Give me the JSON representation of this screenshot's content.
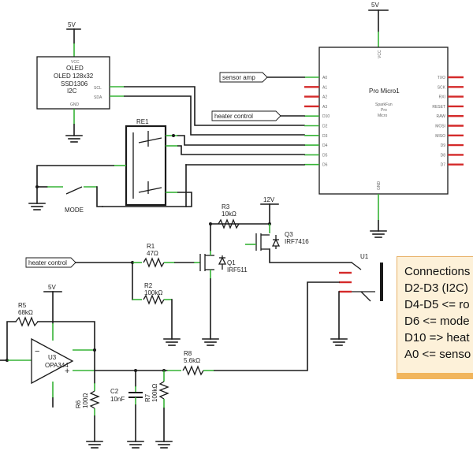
{
  "rails": {
    "vcc_oled": "5V",
    "vcc_promicro": "5V",
    "vcc_mosfet": "12V",
    "vcc_opamp": "5V"
  },
  "oled": {
    "pins": {
      "vcc": "VCC",
      "scl": "SCL",
      "sda": "SDA",
      "gnd": "GND"
    },
    "lines": [
      "OLED",
      "OLED 128x32",
      "SSD1306",
      "I2C"
    ]
  },
  "promicro": {
    "title": "Pro Micro1",
    "sub": [
      "SparkFun",
      "Pro",
      "Micro"
    ],
    "vcc_pin": "VCC",
    "gnd_pin": "GND",
    "left_pins": [
      "A0",
      "A1",
      "A2",
      "A3",
      "D10",
      "D2",
      "D3",
      "D4",
      "D5",
      "D6"
    ],
    "right_pins": [
      "TXO",
      "SCK",
      "RXI",
      "RESET",
      "RAW",
      "MOSI",
      "MISO",
      "D9",
      "D8",
      "D7"
    ]
  },
  "net_labels": {
    "sensor_amp": "sensor amp",
    "heater_control_top": "heater control",
    "heater_control_bottom": "heater control"
  },
  "relay": {
    "ref": "RE1"
  },
  "switch": {
    "name": "MODE"
  },
  "components": {
    "r3": {
      "ref": "R3",
      "value": "10kΩ"
    },
    "r1": {
      "ref": "R1",
      "value": "47Ω"
    },
    "r2": {
      "ref": "R2",
      "value": "100kΩ"
    },
    "r5": {
      "ref": "R5",
      "value": "68kΩ"
    },
    "r8": {
      "ref": "R8",
      "value": "5.6kΩ"
    },
    "r6": {
      "ref": "R6",
      "value": "100Ω"
    },
    "r7": {
      "ref": "R7",
      "value": "100kΩ"
    },
    "c2": {
      "ref": "C2",
      "value": "10nF"
    },
    "q1": {
      "ref": "Q1",
      "value": "IRF511"
    },
    "q3": {
      "ref": "Q3",
      "value": "IRF7416"
    },
    "u3": {
      "ref": "U3",
      "value": "OPA344"
    },
    "u1": {
      "ref": "U1"
    }
  },
  "opamp_signs": {
    "minus": "−",
    "plus": "+"
  },
  "notes": [
    "Connections",
    "D2-D3 (I2C)",
    "D4-D5 <= ro",
    "D6 <= mode",
    "D10 => heat",
    "A0 <= senso"
  ]
}
